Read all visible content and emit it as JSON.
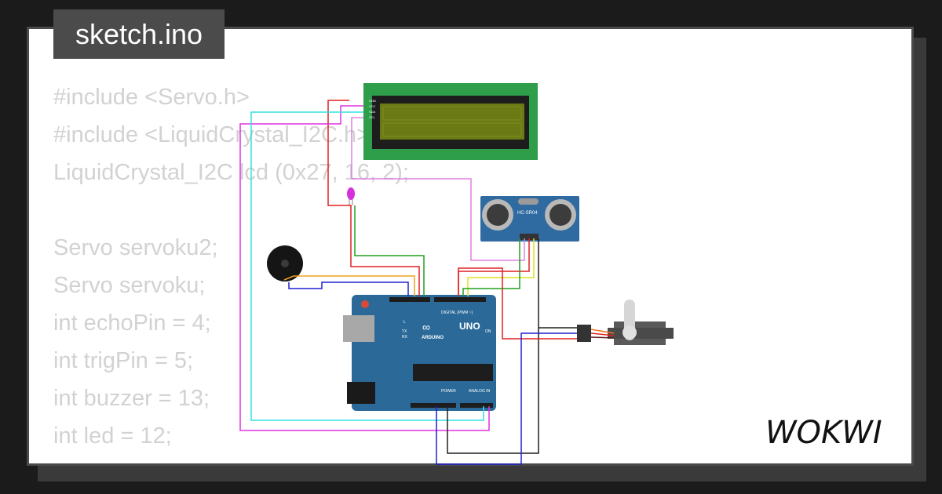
{
  "tab": {
    "filename": "sketch.ino"
  },
  "code": {
    "lines": [
      "#include <Servo.h>",
      "#include <LiquidCrystal_I2C.h>",
      "LiquidCrystal_I2C lcd (0x27, 16, 2);",
      "",
      "Servo servoku2;",
      "Servo servoku;",
      "int echoPin = 4;",
      "int trigPin = 5;",
      "int buzzer = 13;",
      "int led = 12;"
    ]
  },
  "components": {
    "arduino": {
      "model": "UNO",
      "brand": "ARDUINO",
      "digital_label": "DIGITAL (PWM ~)",
      "power_label": "POWER",
      "analog_label": "ANALOG IN",
      "on_label": "ON",
      "tx": "TX",
      "rx": "RX",
      "l": "L"
    },
    "ultrasonic": {
      "label": "HC-SR04"
    },
    "lcd": {
      "pins": [
        "GND",
        "VCC",
        "SDA",
        "SCL"
      ]
    }
  },
  "branding": {
    "logo_text": "WOKWI"
  },
  "colors": {
    "background": "#1b1b1b",
    "card": "#ffffff",
    "tab": "#4b4b4b",
    "code_text": "#d2d2d2",
    "arduino_blue": "#2b6a98",
    "lcd_green": "#2e9e4a",
    "lcd_screen": "#6b7a14"
  }
}
